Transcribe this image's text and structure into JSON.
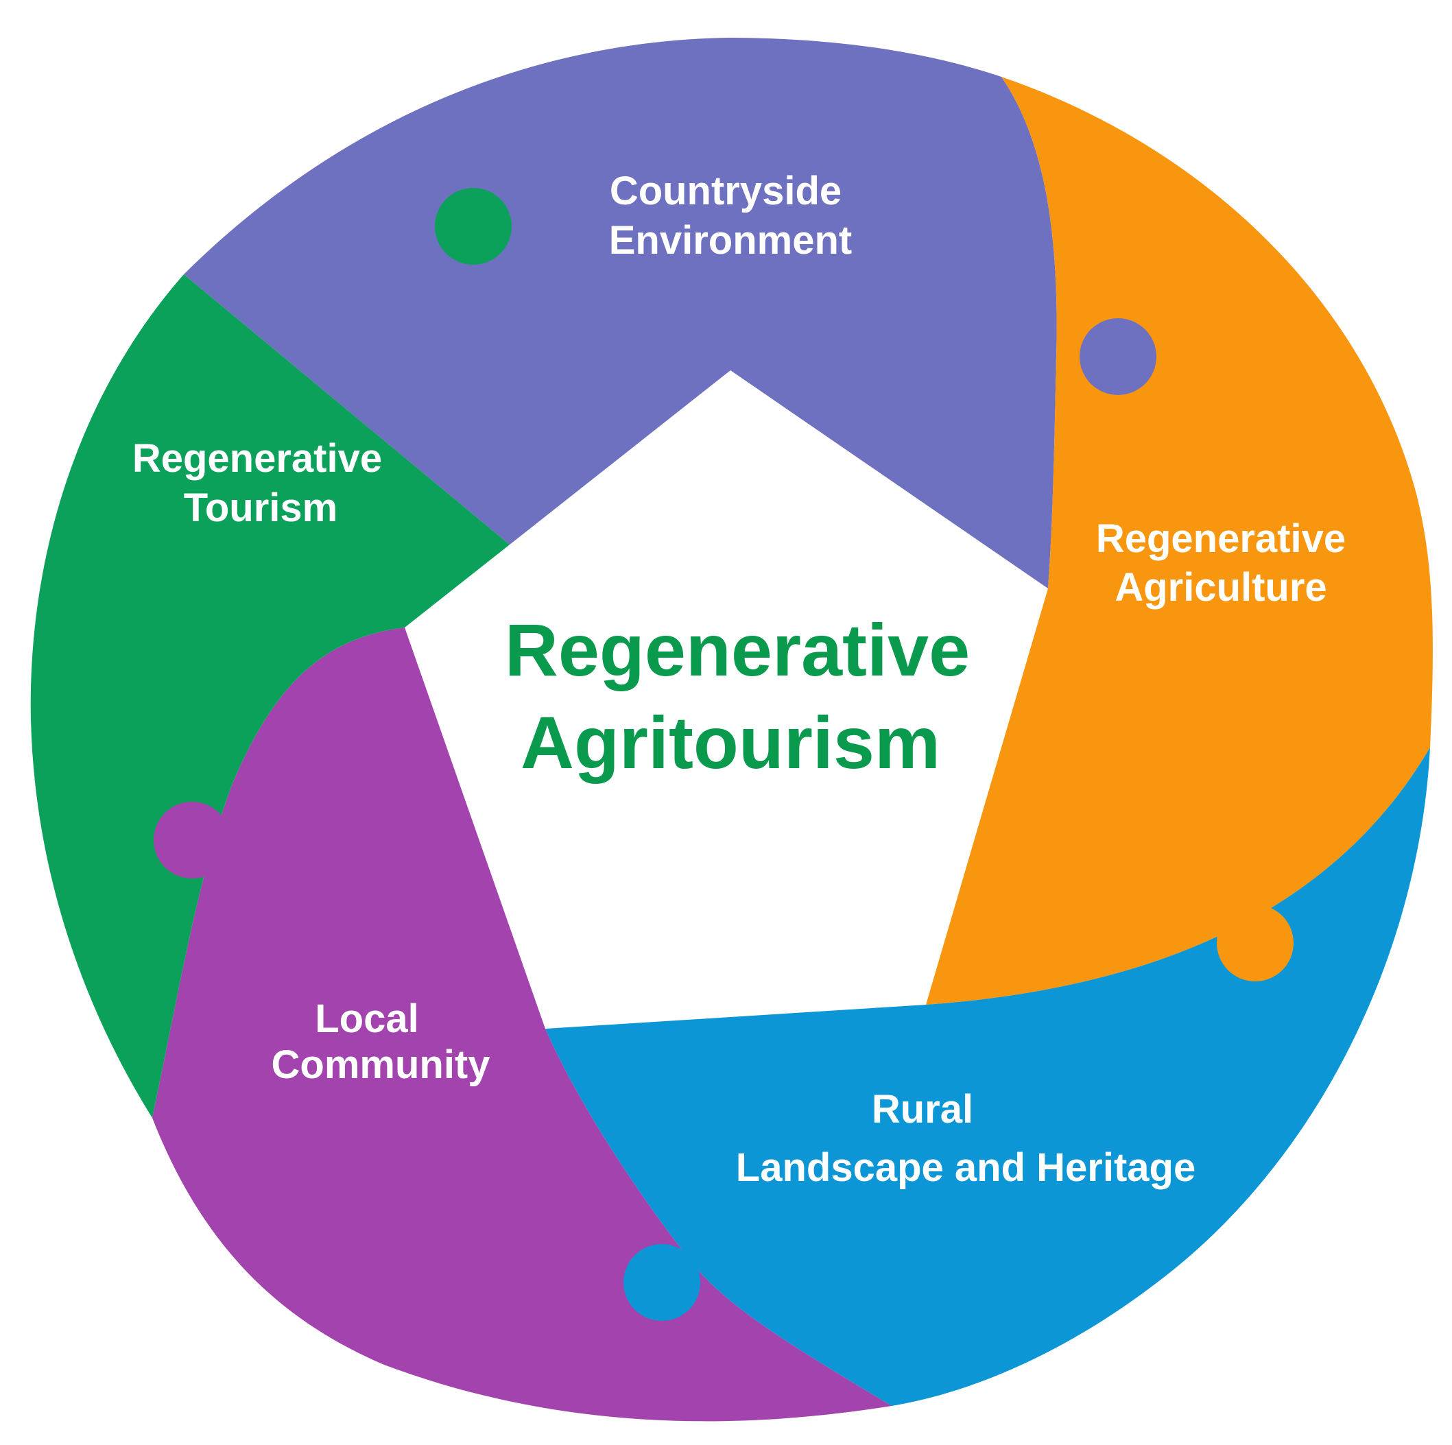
{
  "diagram": {
    "center": {
      "line1": "Regenerative",
      "line2": "Agritourism",
      "color": "#0a9a4d"
    },
    "segments": [
      {
        "id": "countryside",
        "line1": "Countryside",
        "line2": "Environment",
        "color": "#6e70c0"
      },
      {
        "id": "agriculture",
        "line1": "Regenerative",
        "line2": "Agriculture",
        "color": "#f8970f"
      },
      {
        "id": "rural",
        "line1": "Rural",
        "line2": "Landscape and Heritage",
        "color": "#0d96d6"
      },
      {
        "id": "community",
        "line1": "Local",
        "line2": "Community",
        "color": "#a243ae"
      },
      {
        "id": "tourism",
        "line1": "Regenerative",
        "line2": "Tourism",
        "color": "#0ca15a"
      }
    ]
  }
}
